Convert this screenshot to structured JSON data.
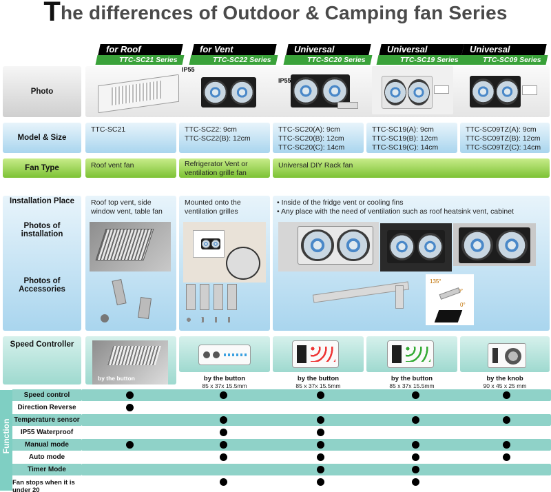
{
  "title": {
    "first_letter": "T",
    "rest": "he differences of Outdoor & Camping fan Series"
  },
  "columns": [
    {
      "kind": "for Roof",
      "series": "TTC-SC21 Series"
    },
    {
      "kind": "for Vent",
      "series": "TTC-SC22 Series"
    },
    {
      "kind": "Universal",
      "series": "TTC-SC20 Series"
    },
    {
      "kind": "Universal",
      "series": "TTC-SC19 Series"
    },
    {
      "kind": "Universal",
      "series": "TTC-SC09 Series"
    }
  ],
  "rows": {
    "photo": "Photo",
    "model_size": "Model & Size",
    "fan_type": "Fan Type",
    "installation_place": "Installation Place",
    "photos_installation": "Photos of installation",
    "photos_accessories": "Photos of Accessories",
    "speed_controller": "Speed Controller"
  },
  "badges": {
    "ip55": "IP55"
  },
  "models": [
    [
      "TTC-SC21"
    ],
    [
      "TTC-SC22: 9cm",
      "TTC-SC22(B): 12cm"
    ],
    [
      "TTC-SC20(A): 9cm",
      "TTC-SC20(B): 12cm",
      "TTC-SC20(C): 14cm"
    ],
    [
      "TTC-SC19(A): 9cm",
      "TTC-SC19(B): 12cm",
      "TTC-SC19(C): 14cm"
    ],
    [
      "TTC-SC09TZ(A): 9cm",
      "TTC-SC09TZ(B): 12cm",
      "TTC-SC09TZ(C): 14cm"
    ]
  ],
  "fan_types": [
    "Roof vent fan",
    "Refrigerator Vent or ventilation grille fan",
    "Universal DIY Rack fan"
  ],
  "installation": {
    "roof": "Roof top vent, side window vent, table fan",
    "vent": "Mounted onto the ventilation grilles",
    "universal": [
      "Inside of the fridge vent or cooling fins",
      "Any place with the need of ventilation such as roof heatsink vent, cabinet"
    ]
  },
  "angles": {
    "a1": "135°",
    "a2": "90°",
    "a3": "0°"
  },
  "controllers": [
    {
      "label": "by the button",
      "dims": ""
    },
    {
      "label": "by the button",
      "dims": "85 x 37x 15.5mm"
    },
    {
      "label": "by the button",
      "dims": "85 x 37x 15.5mm"
    },
    {
      "label": "by the button",
      "dims": "85 x 37x 15.5mm"
    },
    {
      "label": "by the knob",
      "dims": "90 x 45 x 25 mm"
    }
  ],
  "function_title": "Function",
  "functions": [
    {
      "label": "Speed control",
      "marks": [
        true,
        true,
        true,
        true,
        true
      ]
    },
    {
      "label": "Direction Reverse",
      "marks": [
        true,
        false,
        false,
        false,
        false
      ]
    },
    {
      "label": "Temperature sensor",
      "marks": [
        false,
        true,
        true,
        true,
        true
      ]
    },
    {
      "label": "IP55 Waterproof",
      "marks": [
        false,
        true,
        true,
        false,
        false
      ]
    },
    {
      "label": "Manual mode",
      "marks": [
        true,
        true,
        true,
        true,
        true
      ]
    },
    {
      "label": "Auto mode",
      "marks": [
        false,
        true,
        true,
        true,
        true
      ]
    },
    {
      "label": "Timer Mode",
      "marks": [
        false,
        false,
        true,
        true,
        false
      ]
    },
    {
      "label": "Fan stops when it is under 20",
      "marks": [
        false,
        true,
        true,
        true,
        false
      ]
    }
  ],
  "colors": {
    "green_header": "#3aa23a",
    "function_teal": "#7fcfc3"
  }
}
